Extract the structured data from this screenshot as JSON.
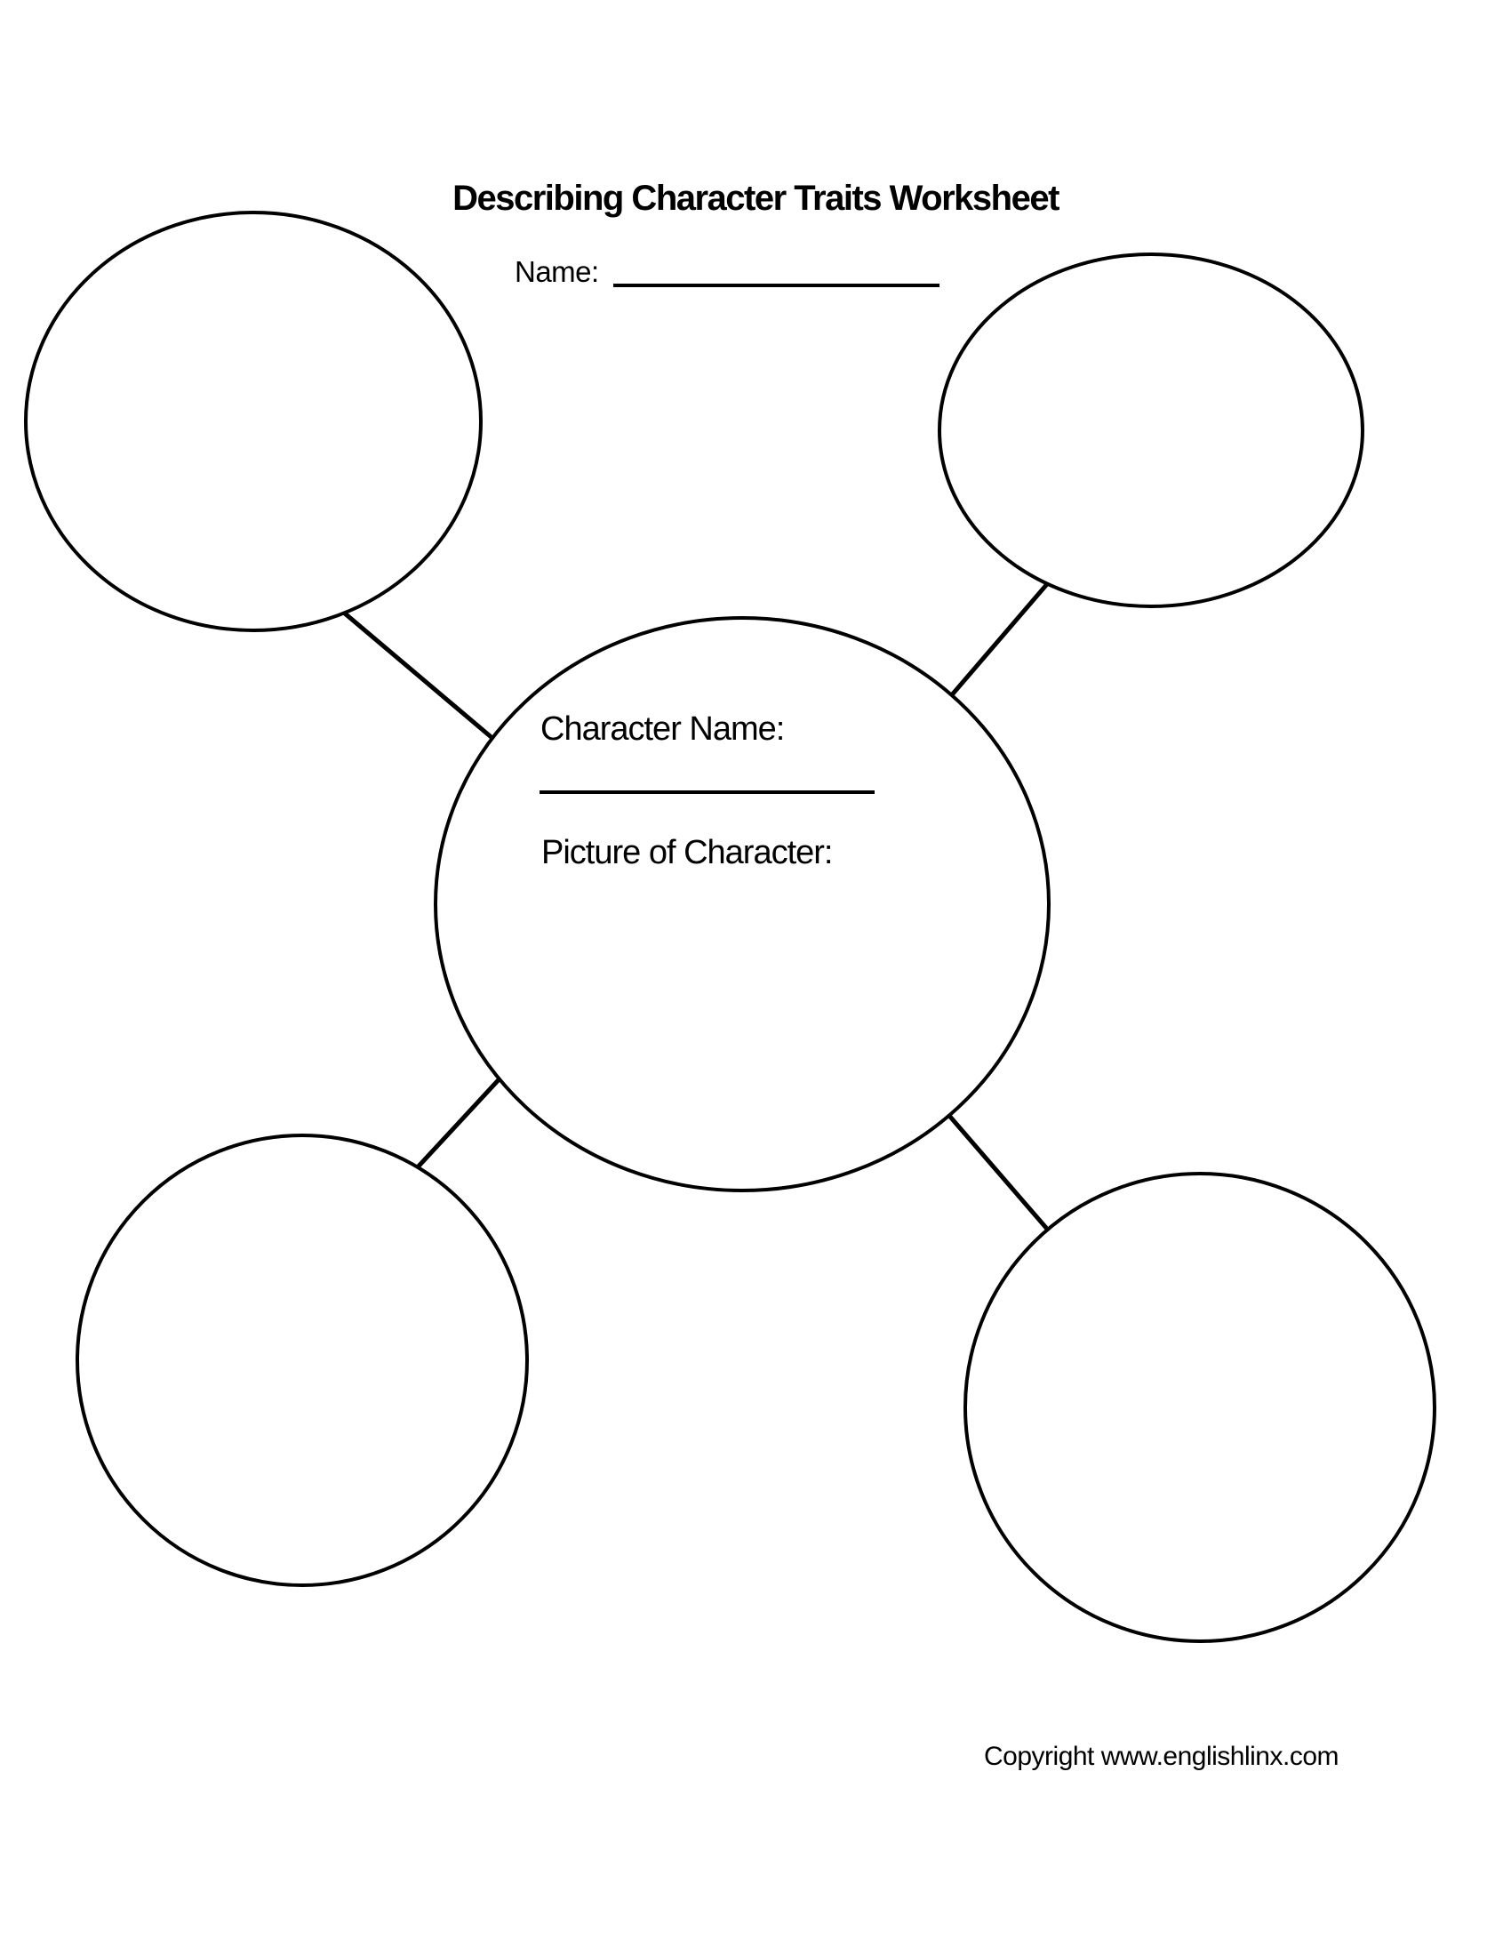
{
  "colors": {
    "ink": "#000000",
    "paper": "#ffffff"
  },
  "header": {
    "title": "Describing Character Traits Worksheet",
    "name_label": "Name:",
    "name_value": ""
  },
  "center_circle": {
    "character_name_label": "Character Name:",
    "character_name_value": "",
    "picture_label": "Picture of Character:"
  },
  "trait_circles": [
    {
      "position": "top-left",
      "value": ""
    },
    {
      "position": "top-right",
      "value": ""
    },
    {
      "position": "bottom-left",
      "value": ""
    },
    {
      "position": "bottom-right",
      "value": ""
    }
  ],
  "footer": {
    "copyright": "Copyright www.englishlinx.com"
  }
}
